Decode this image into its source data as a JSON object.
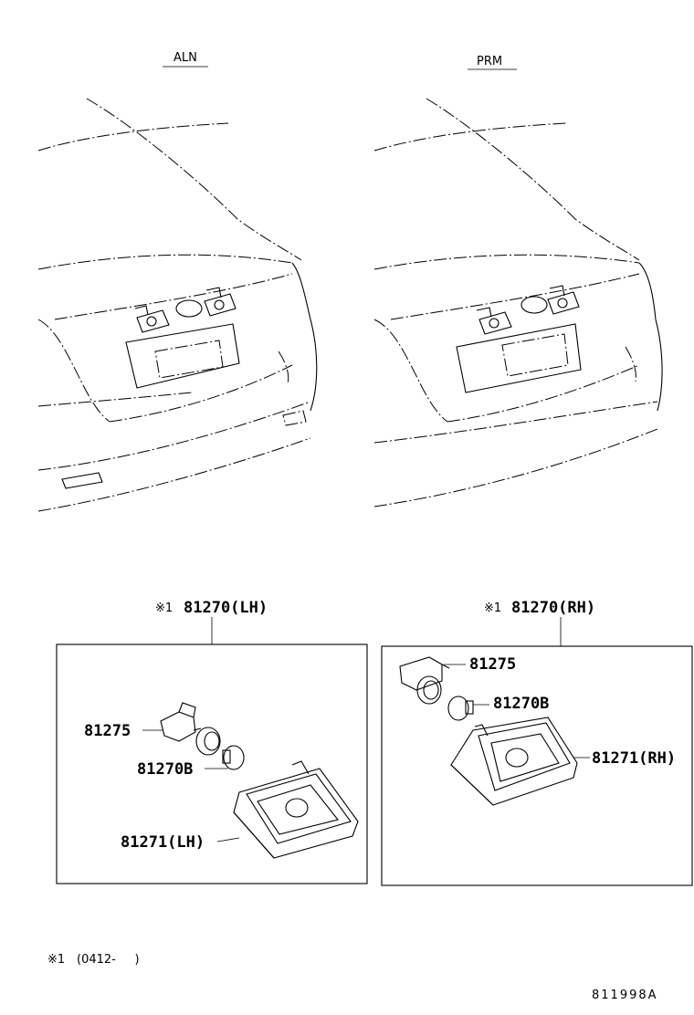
{
  "variants": {
    "left": "ALN",
    "right": "PRM"
  },
  "assemblies": {
    "lh": {
      "title_mark": "※1",
      "title_part": "81270(LH)",
      "socket": "81275",
      "bulb": "81270B",
      "lens": "81271(LH)"
    },
    "rh": {
      "title_mark": "※1",
      "title_part": "81270(RH)",
      "socket": "81275",
      "bulb": "81270B",
      "lens": "81271(RH)"
    }
  },
  "footnote": {
    "mark": "※1",
    "range": "(0412-     )"
  },
  "diagram_code": "811998A"
}
